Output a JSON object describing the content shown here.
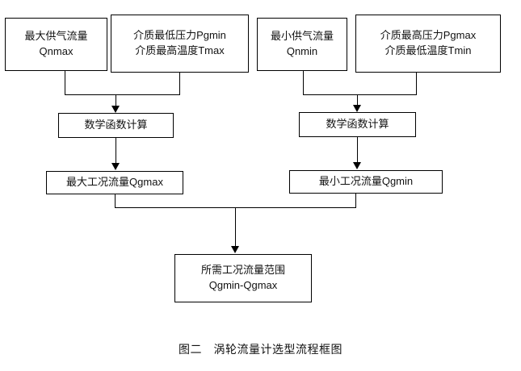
{
  "figure": {
    "caption": "图二　涡轮流量计选型流程框图",
    "background_color": "#ffffff",
    "line_color": "#000000",
    "text_color": "#111111"
  },
  "nodes": {
    "top_row": [
      {
        "id": "qnmax",
        "line1": "最大供气流量",
        "line2": "Qnmax"
      },
      {
        "id": "pgmin",
        "line1": "介质最低压力Pgmin",
        "line2": "介质最高温度Tmax"
      },
      {
        "id": "qnmin",
        "line1": "最小供气流量",
        "line2": "Qnmin"
      },
      {
        "id": "pgmax",
        "line1": "介质最高压力Pgmax",
        "line2": "介质最低温度Tmin"
      }
    ],
    "process_row": [
      {
        "id": "calc_left",
        "label": "数学函数计算"
      },
      {
        "id": "calc_right",
        "label": "数学函数计算"
      }
    ],
    "result_row": [
      {
        "id": "qgmax",
        "label": "最大工况流量Qgmax"
      },
      {
        "id": "qgmin",
        "label": "最小工况流量Qgmin"
      }
    ],
    "final": {
      "id": "range",
      "line1": "所需工况流量范围",
      "line2": "Qgmin-Qgmax"
    }
  }
}
